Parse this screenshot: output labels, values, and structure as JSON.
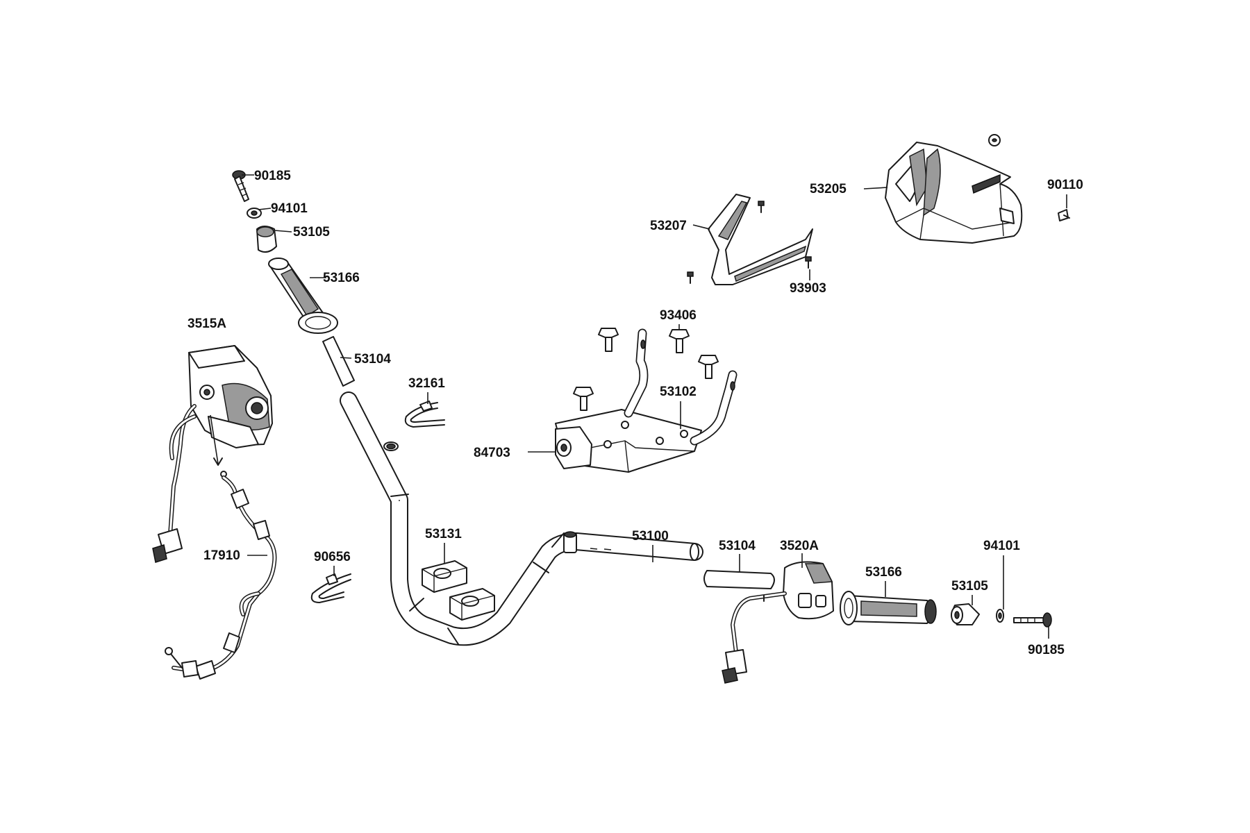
{
  "parts": [
    {
      "id": "p1",
      "number": "90185"
    },
    {
      "id": "p2",
      "number": "94101"
    },
    {
      "id": "p3",
      "number": "53105"
    },
    {
      "id": "p4",
      "number": "53166"
    },
    {
      "id": "p5",
      "number": "3515A"
    },
    {
      "id": "p6",
      "number": "53104"
    },
    {
      "id": "p7",
      "number": "32161"
    },
    {
      "id": "p8",
      "number": "17910"
    },
    {
      "id": "p9",
      "number": "90656"
    },
    {
      "id": "p10",
      "number": "53131"
    },
    {
      "id": "p11",
      "number": "53100"
    },
    {
      "id": "p12",
      "number": "53104"
    },
    {
      "id": "p13",
      "number": "3520A"
    },
    {
      "id": "p14",
      "number": "53166"
    },
    {
      "id": "p15",
      "number": "53105"
    },
    {
      "id": "p16",
      "number": "94101"
    },
    {
      "id": "p17",
      "number": "90185"
    },
    {
      "id": "p18",
      "number": "84703"
    },
    {
      "id": "p19",
      "number": "53102"
    },
    {
      "id": "p20",
      "number": "93406"
    },
    {
      "id": "p21",
      "number": "53207"
    },
    {
      "id": "p22",
      "number": "93903"
    },
    {
      "id": "p23",
      "number": "53205"
    },
    {
      "id": "p24",
      "number": "90110"
    }
  ]
}
